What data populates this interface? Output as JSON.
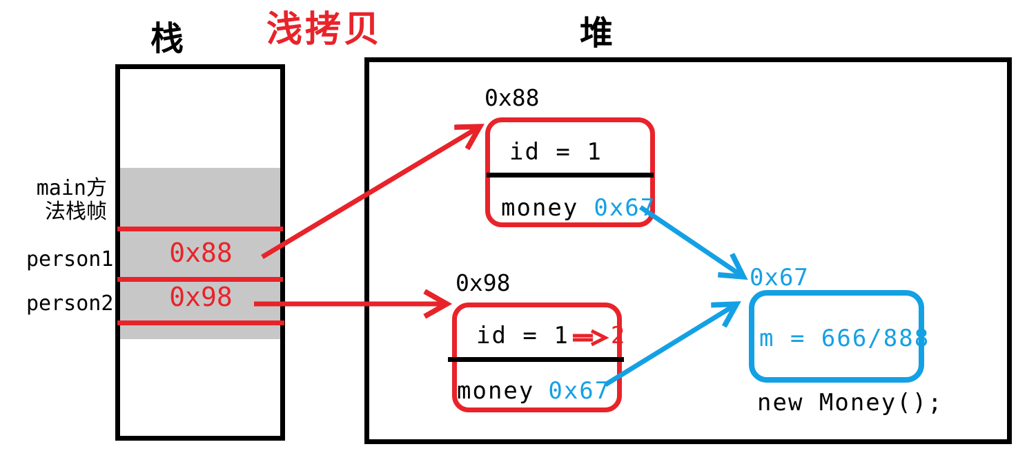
{
  "header": {
    "stack_label": "栈",
    "title": "浅拷贝",
    "heap_label": "堆"
  },
  "colors": {
    "red": "#e8232a",
    "blue": "#14a0e4",
    "black": "#000000",
    "frame_gray": "#c7c7c7"
  },
  "stack": {
    "frame_label_line1": "main方",
    "frame_label_line2": "法栈帧",
    "rows": [
      {
        "label": "person1",
        "value": "0x88"
      },
      {
        "label": "person2",
        "value": "0x98"
      }
    ]
  },
  "heap": {
    "object1": {
      "address": "0x88",
      "id_field": "id = 1",
      "money_label": "money",
      "money_ref": "0x67"
    },
    "object2": {
      "address": "0x98",
      "id_field": "id = 1",
      "id_new_value": "2",
      "money_label": "money",
      "money_ref": "0x67"
    },
    "money_object": {
      "address": "0x67",
      "field": "m = 666/888",
      "caption": "new Money();"
    }
  }
}
